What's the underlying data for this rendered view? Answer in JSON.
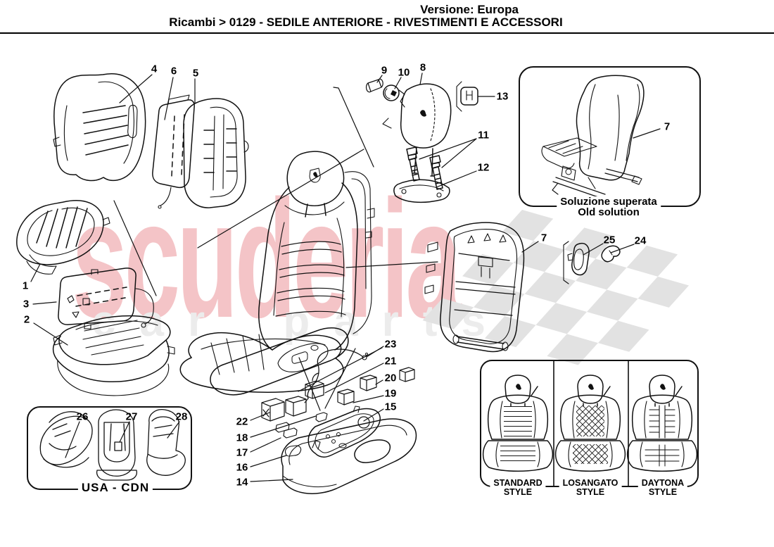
{
  "header": {
    "version_label": "Versione: Europa",
    "breadcrumb": "Ricambi > 0129 - SEDILE ANTERIORE - RIVESTIMENTI E ACCESSORI"
  },
  "watermark": {
    "brand_text": "scuderia",
    "ghost_text": "car parts",
    "brand_color": "#df4d55",
    "ghost_color": "#ececec",
    "checker_color": "#e2e2e2",
    "line_color": "#111111"
  },
  "diagram": {
    "callouts": [
      {
        "label": "4"
      },
      {
        "label": "6"
      },
      {
        "label": "5"
      },
      {
        "label": "9"
      },
      {
        "label": "10"
      },
      {
        "label": "8"
      },
      {
        "label": "13"
      },
      {
        "label": "11"
      },
      {
        "label": "12"
      },
      {
        "label": "1"
      },
      {
        "label": "3"
      },
      {
        "label": "2"
      },
      {
        "label": "7"
      },
      {
        "label": "25"
      },
      {
        "label": "24"
      },
      {
        "label": "23"
      },
      {
        "label": "21"
      },
      {
        "label": "20"
      },
      {
        "label": "19"
      },
      {
        "label": "15"
      },
      {
        "label": "22"
      },
      {
        "label": "18"
      },
      {
        "label": "17"
      },
      {
        "label": "16"
      },
      {
        "label": "14"
      }
    ]
  },
  "old_solution_box": {
    "callout": "7",
    "caption_it": "Soluzione superata",
    "caption_en": "Old solution"
  },
  "usa_cdn_box": {
    "caption": "USA - CDN",
    "callouts": [
      {
        "label": "26"
      },
      {
        "label": "27"
      },
      {
        "label": "28"
      }
    ]
  },
  "styles_box": {
    "items": [
      {
        "name": "STANDARD",
        "suffix": "STYLE"
      },
      {
        "name": "LOSANGATO",
        "suffix": "STYLE"
      },
      {
        "name": "DAYTONA",
        "suffix": "STYLE"
      }
    ]
  }
}
